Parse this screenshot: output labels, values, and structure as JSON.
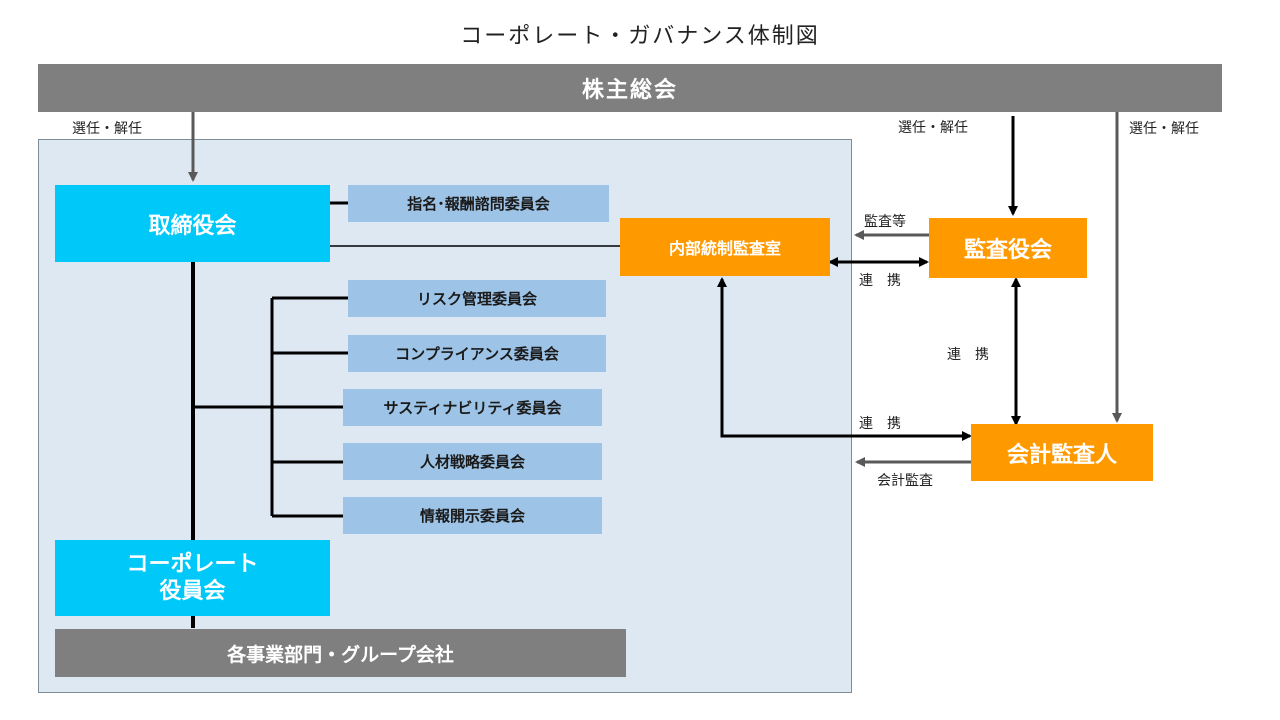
{
  "title": "コーポレート・ガバナンス体制図",
  "nodes": {
    "shareholders": "株主総会",
    "board": "取締役会",
    "nomination_committee": "指名･報酬諮問委員会",
    "internal_audit": "内部統制監査室",
    "audit_board": "監査役会",
    "accounting_auditor": "会計監査人",
    "committees": [
      "リスク管理委員会",
      "コンプライアンス委員会",
      "サスティナビリティ委員会",
      "人材戦略委員会",
      "情報開示委員会"
    ],
    "corporate_officers_line1": "コーポレート",
    "corporate_officers_line2": "役員会",
    "divisions": "各事業部門・グループ会社"
  },
  "labels": {
    "appoint_board": "選任・解任",
    "appoint_audit": "選任・解任",
    "appoint_accounting": "選任・解任",
    "audit_etc": "監査等",
    "coop_internal_audit": "連　携",
    "coop_audit_accounting": "連　携",
    "coop_internal_accounting": "連　携",
    "accounting_audit": "会計監査"
  },
  "colors": {
    "cyan": "#00c8f8",
    "light_blue": "#9dc3e6",
    "orange": "#ff9900",
    "gray": "#7f7f7f",
    "panel": "#dde8f3"
  }
}
